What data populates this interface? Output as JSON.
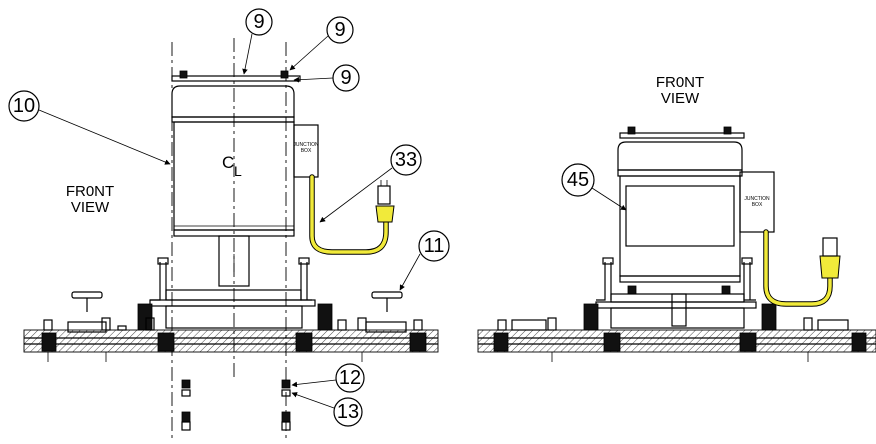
{
  "left_view": {
    "view_label_line1": "FR0NT",
    "view_label_line2": "VIEW",
    "centerline_main": "C",
    "centerline_sub": "L",
    "junction_box_line1": "JUNCTION",
    "junction_box_line2": "BOX"
  },
  "right_view": {
    "view_label_line1": "FR0NT",
    "view_label_line2": "VIEW",
    "junction_box_line1": "JUNCTION",
    "junction_box_line2": "BOX"
  },
  "callouts": [
    {
      "id": "callout-9-top",
      "label": "9"
    },
    {
      "id": "callout-9-upper-right",
      "label": "9"
    },
    {
      "id": "callout-9-right",
      "label": "9"
    },
    {
      "id": "callout-10",
      "label": "10"
    },
    {
      "id": "callout-33",
      "label": "33"
    },
    {
      "id": "callout-11",
      "label": "11"
    },
    {
      "id": "callout-12",
      "label": "12"
    },
    {
      "id": "callout-13",
      "label": "13"
    },
    {
      "id": "callout-45",
      "label": "45"
    }
  ],
  "colors": {
    "line": "#000000",
    "cable": "#f1ea3a",
    "background": "#ffffff"
  }
}
